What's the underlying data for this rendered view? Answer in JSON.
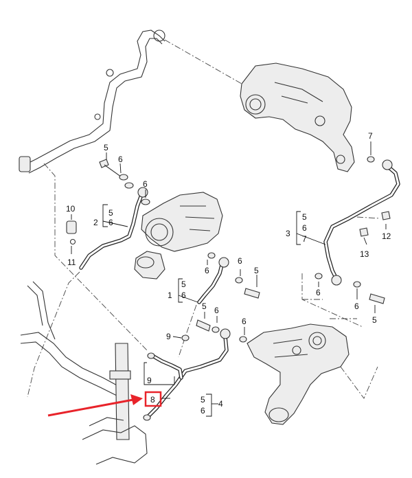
{
  "diagram": {
    "callouts": {
      "c5a": "5",
      "c6a": "6",
      "c6b": "6",
      "c10": "10",
      "c11": "11",
      "g2_num": "2",
      "g2_5": "5",
      "g2_6": "6",
      "c7": "7",
      "g3_num": "3",
      "g3_5": "5",
      "g3_6": "6",
      "g3_7": "7",
      "c12": "12",
      "c13": "13",
      "c6c": "6",
      "c6d": "6",
      "c5b": "5",
      "g1_num": "1",
      "g1_5": "5",
      "g1_6": "6",
      "c6e": "6",
      "c5c": "6",
      "c5d": "5",
      "c5e": "5",
      "c6f": "6",
      "c6g": "6",
      "c9a": "9",
      "c9b": "9",
      "c8": "8",
      "g4_num": "4",
      "g4_5": "5",
      "g4_6": "6"
    },
    "highlight_color": "#e8232a",
    "arrow_color": "#e8232a"
  }
}
